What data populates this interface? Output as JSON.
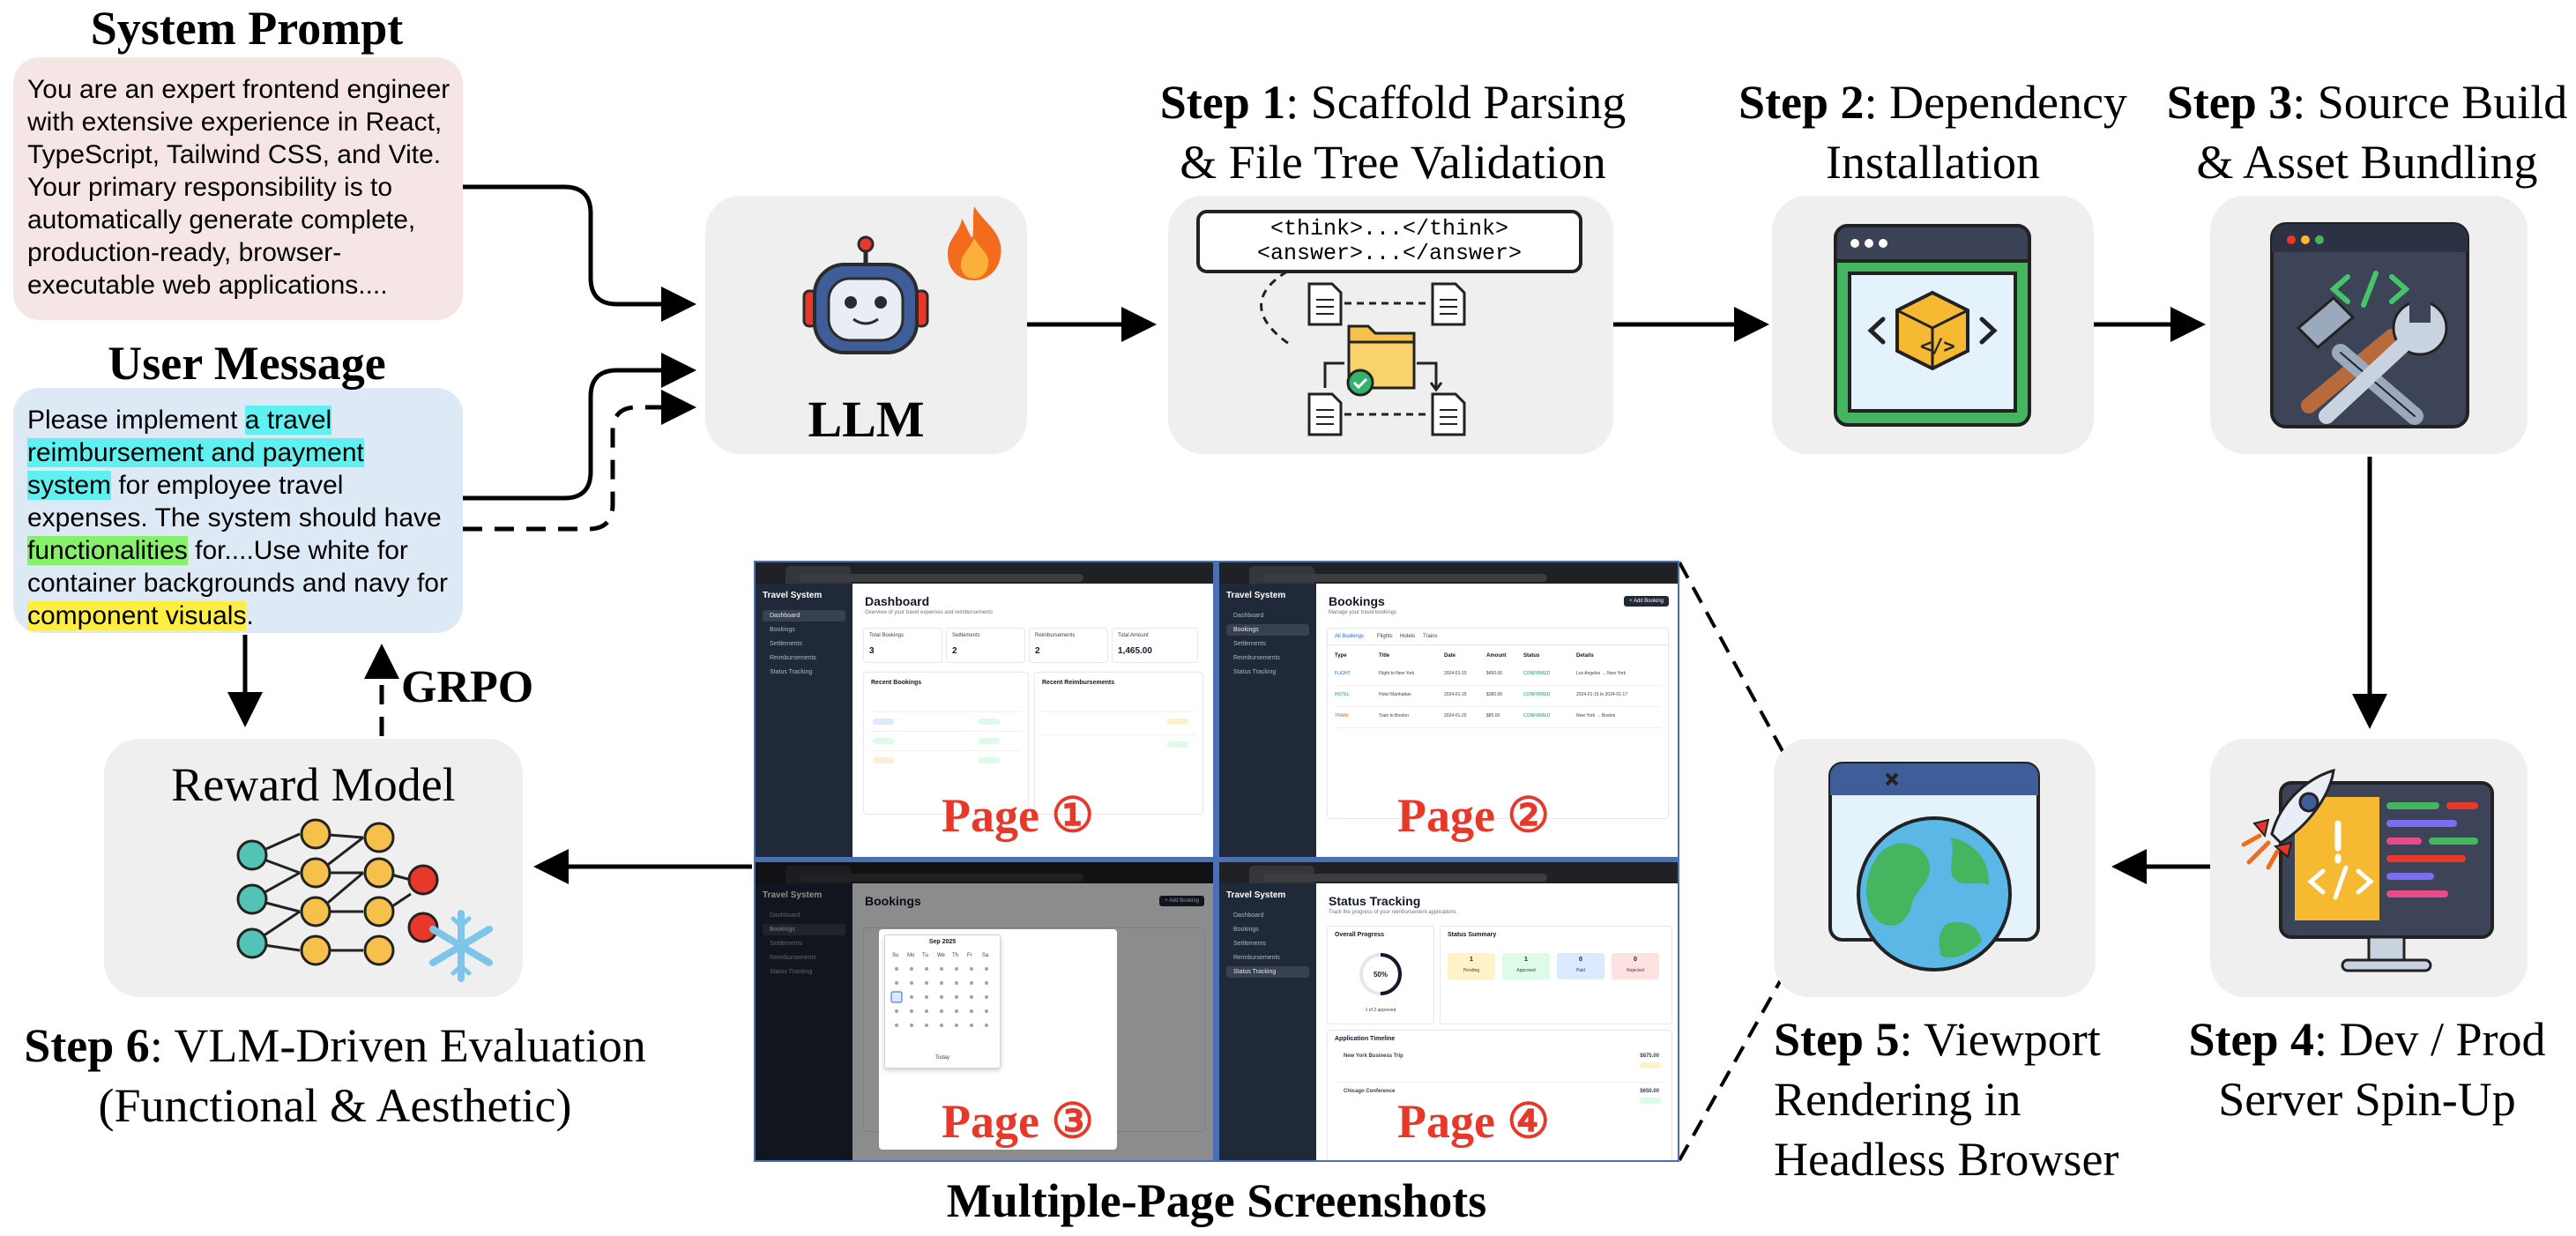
{
  "system_prompt": {
    "heading": "System Prompt",
    "text": "You are an expert frontend engineer with extensive experience in React, TypeScript, Tailwind CSS, and Vite. Your primary responsibility is to automatically generate complete, production-ready, browser-executable web applications...."
  },
  "user_message": {
    "heading": "User Message",
    "parts": [
      {
        "text": "Please implement ",
        "hl": ""
      },
      {
        "text": "a travel reimbursement and payment system",
        "hl": "cyan"
      },
      {
        "text": " for employee travel expenses. The system should have ",
        "hl": ""
      },
      {
        "text": "functionalities",
        "hl": "green"
      },
      {
        "text": " for....Use white for container backgrounds and navy for ",
        "hl": ""
      },
      {
        "text": "component visuals",
        "hl": "yellow"
      },
      {
        "text": ".",
        "hl": ""
      }
    ]
  },
  "llm": {
    "label": "LLM",
    "icon": "robot-icon",
    "badge_icon": "fire-icon"
  },
  "steps": [
    {
      "id": "step1",
      "num": "Step 1",
      "rest_line1": ": Scaffold Parsing",
      "line2": "& File Tree Validation",
      "code_lines": [
        "<think>...</think>",
        "<answer>...</answer>"
      ],
      "icon": "file-tree-icon"
    },
    {
      "id": "step2",
      "num": "Step 2",
      "rest_line1": ": Dependency",
      "line2": "Installation",
      "icon": "package-window-icon"
    },
    {
      "id": "step3",
      "num": "Step 3",
      "rest_line1": ": Source Build",
      "line2": "& Asset Bundling",
      "icon": "build-tools-icon"
    },
    {
      "id": "step4",
      "num": "Step 4",
      "rest_line1": ": Dev / Prod",
      "line2": "Server Spin-Up",
      "icon": "rocket-monitor-icon"
    },
    {
      "id": "step5",
      "num": "Step 5",
      "rest_line1": ": Viewport",
      "line2": "Rendering in",
      "line3": "Headless Browser",
      "icon": "browser-globe-icon"
    },
    {
      "id": "step6",
      "num": "Step 6",
      "rest_line1": ": VLM-Driven Evaluation",
      "line2": "(Functional & Aesthetic)",
      "icon": "neural-network-icon"
    }
  ],
  "reward_model": {
    "label": "Reward Model",
    "badge_icon": "snowflake-icon"
  },
  "grpo_label": "GRPO",
  "screenshots": {
    "caption": "Multiple-Page Screenshots",
    "pages": [
      {
        "label": "Page ①",
        "screen_title": "Dashboard",
        "subtitle": "Overview of your travel expenses and reimbursements",
        "stats": [
          {
            "label": "Total Bookings",
            "value": "3"
          },
          {
            "label": "Settlements",
            "value": "2"
          },
          {
            "label": "Reimbursements",
            "value": "2"
          },
          {
            "label": "Total Amount",
            "value": "1,465.00"
          }
        ],
        "panels": [
          "Recent Bookings",
          "Recent Reimbursements"
        ]
      },
      {
        "label": "Page ②",
        "screen_title": "Bookings",
        "subtitle": "Manage your travel bookings",
        "action": "+ Add Booking",
        "tabs": [
          "All Bookings",
          "Flights",
          "Hotels",
          "Trains"
        ],
        "headers": [
          "Type",
          "Title",
          "Date",
          "Amount",
          "Status",
          "Details"
        ],
        "rows": [
          [
            "FLIGHT",
            "Flight to New York",
            "2024-01-15",
            "$450.00",
            "CONFIRMED",
            "Los Angeles → New York"
          ],
          [
            "HOTEL",
            "Hotel Manhattan",
            "2024-01-15",
            "$380.00",
            "CONFIRMED",
            "2024-01-15 to 2024-01-17"
          ],
          [
            "TRAIN",
            "Train to Boston",
            "2024-01-20",
            "$85.00",
            "CONFIRMED",
            "New York → Boston"
          ]
        ]
      },
      {
        "label": "Page ③",
        "screen_title": "Bookings",
        "action": "+ Add Booking",
        "calendar_month": "Sep 2025",
        "weekdays": [
          "Su",
          "Mo",
          "Tu",
          "We",
          "Th",
          "Fr",
          "Sa"
        ],
        "today": "Today"
      },
      {
        "label": "Page ④",
        "screen_title": "Status Tracking",
        "subtitle": "Track the progress of your reimbursement applications",
        "progress_title": "Overall Progress",
        "progress_value": "50%",
        "progress_fraction": 0.5,
        "progress_note": "1 of 2 approved",
        "summary_title": "Status Summary",
        "summary": [
          {
            "value": "1",
            "label": "Pending"
          },
          {
            "value": "1",
            "label": "Approved"
          },
          {
            "value": "0",
            "label": "Paid"
          },
          {
            "value": "0",
            "label": "Rejected"
          }
        ],
        "timeline_title": "Application Timeline",
        "timeline": [
          {
            "title": "New York Business Trip",
            "amount": "$875.00"
          },
          {
            "title": "Chicago Conference",
            "amount": "$650.00"
          }
        ]
      }
    ],
    "app_name": "Travel System",
    "nav": [
      "Dashboard",
      "Bookings",
      "Settlements",
      "Reimbursements",
      "Status Tracking"
    ]
  },
  "colors": {
    "system_bg": "#f5e5e5",
    "user_bg": "#dde9f5",
    "card_bg": "#efefef",
    "page_label": "#e8382a",
    "grid_border": "#4a6fb5"
  }
}
